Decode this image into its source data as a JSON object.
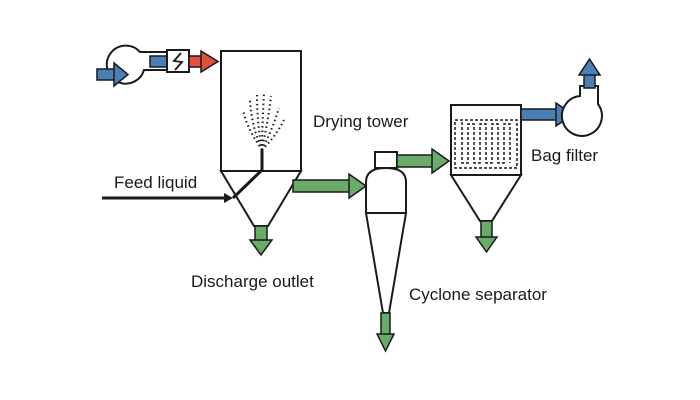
{
  "labels": {
    "drying_tower": "Drying tower",
    "feed_liquid": "Feed liquid",
    "discharge_outlet": "Discharge outlet",
    "cyclone_separator": "Cyclone separator",
    "bag_filter": "Bag filter"
  },
  "colors": {
    "air_inlet": "#4a7fb5",
    "heated_air": "#e0503e",
    "product_flow": "#6aab6a",
    "exhaust": "#4a7fb5",
    "outline": "#1a1a1a"
  },
  "icons": [
    "blower-icon",
    "heater-icon",
    "spray-nozzle-icon",
    "exhaust-fan-icon",
    "filter-bags-icon"
  ]
}
